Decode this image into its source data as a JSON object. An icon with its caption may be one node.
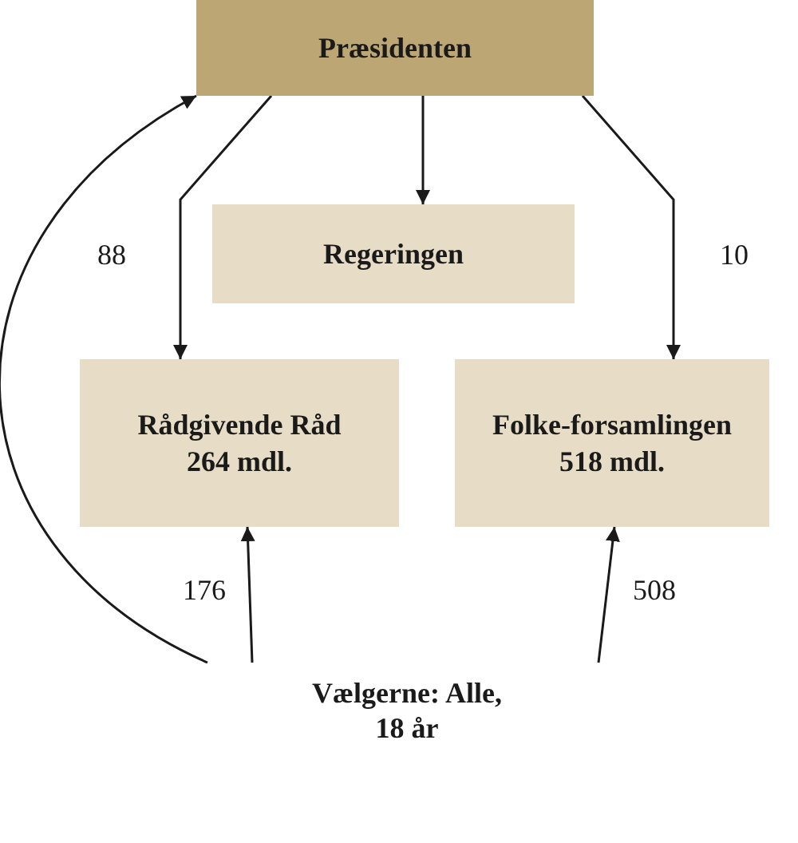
{
  "diagram": {
    "nodes": [
      {
        "text": [
          "Præsidenten"
        ]
      },
      {
        "text": [
          "Regeringen"
        ]
      },
      {
        "text": [
          "Rådgivende Råd",
          "264 mdl."
        ]
      },
      {
        "text": [
          "Folke-forsamlingen",
          "518 mdl."
        ]
      },
      {
        "text": [
          "Vælgerne: Alle, 18 år"
        ]
      }
    ],
    "edges": [
      {
        "from": 0,
        "to": 1,
        "arrow": "to"
      },
      {
        "from": 0,
        "to": 2,
        "arrow": "to"
      },
      {
        "from": 0,
        "to": 3,
        "arrow": "to",
        "label": "10"
      },
      {
        "from": 4,
        "to": 0,
        "arrow": "to",
        "label": "88"
      },
      {
        "from": 4,
        "to": 2,
        "arrow": "to",
        "label": "176"
      },
      {
        "from": 4,
        "to": 3,
        "arrow": "to",
        "label": "508"
      }
    ]
  }
}
